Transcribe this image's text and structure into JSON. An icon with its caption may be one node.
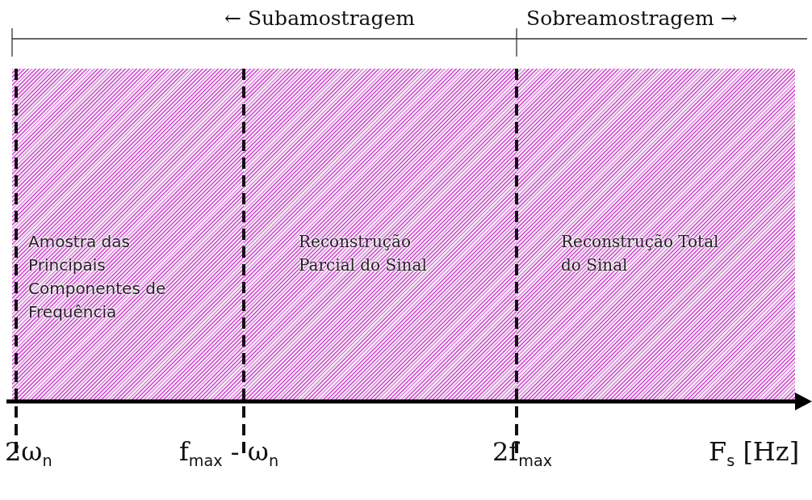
{
  "diagram": {
    "nodes": [
      {
        "text": [
          "Amostra das Principais Componentes de Frequência"
        ]
      },
      {
        "text": [
          "Reconstrução Parcial do Sinal"
        ]
      },
      {
        "text": [
          "Reconstrução Total do Sinal"
        ]
      }
    ],
    "labels": [
      "← Subamostragem",
      "Sobreamostragem →",
      "2ω$_{n}$",
      "f$_{max}$ - ω$_{n}$",
      "2f$_{max}$",
      "F$_{s}$ [Hz]"
    ]
  }
}
